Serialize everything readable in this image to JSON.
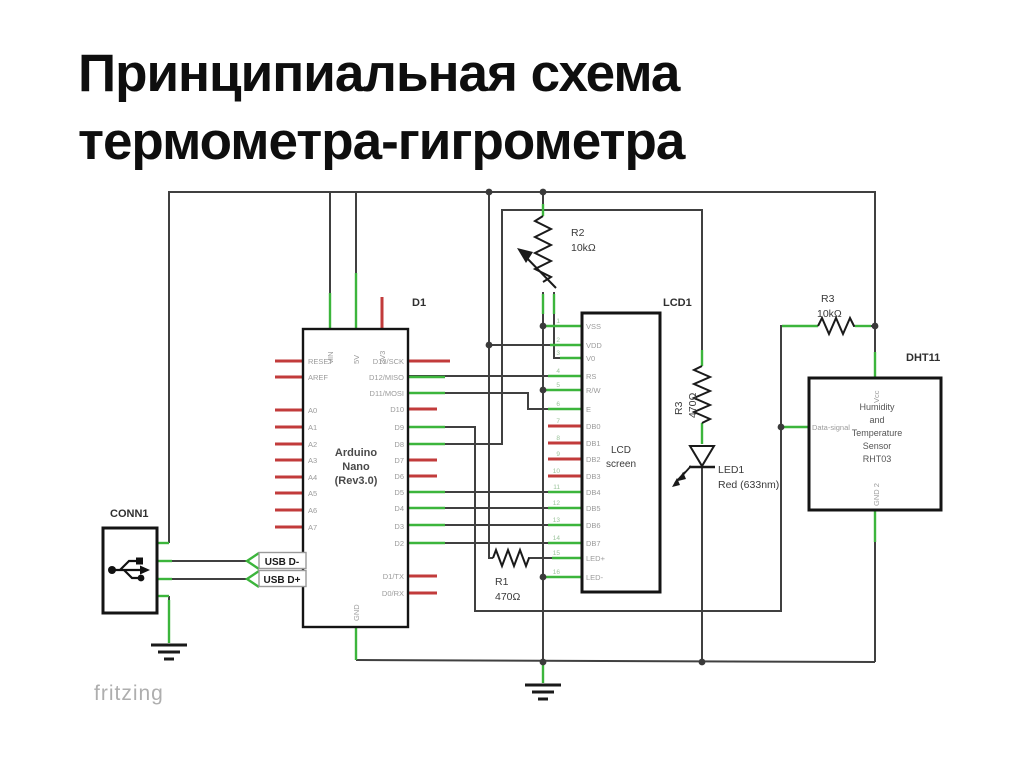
{
  "title": {
    "line1": "Принципиальная схема",
    "line2": "термометра-гигрометра"
  },
  "watermark": "fritzing",
  "colors": {
    "wire": "#404040",
    "connected_green": "#3cb53c",
    "unconnected_red": "#c23b3b",
    "component_outline": "#141414"
  },
  "arduino": {
    "ref": "D1",
    "name_lines": [
      "Arduino",
      "Nano",
      "(Rev3.0)"
    ],
    "top_pins": [
      "VIN",
      "5V",
      "3V3"
    ],
    "bottom_pin": "GND",
    "left_pins": [
      "RESET",
      "AREF",
      "A0",
      "A1",
      "A2",
      "A3",
      "A4",
      "A5",
      "A6",
      "A7"
    ],
    "right_pins": [
      "D13/SCK",
      "D12/MISO",
      "D11/MOSI",
      "D10",
      "D9",
      "D8",
      "D7",
      "D6",
      "D5",
      "D4",
      "D3",
      "D2",
      "D1/TX",
      "D0/RX"
    ]
  },
  "conn": {
    "ref": "CONN1",
    "usb_dminus": "USB D-",
    "usb_dplus": "USB D+"
  },
  "lcd": {
    "ref": "LCD1",
    "name_lines": [
      "LCD",
      "screen"
    ],
    "pin_numbers": [
      "1",
      "2",
      "3",
      "4",
      "5",
      "6",
      "7",
      "8",
      "9",
      "10",
      "11",
      "12",
      "13",
      "14",
      "15",
      "16"
    ],
    "pin_labels": [
      "VSS",
      "VDD",
      "V0",
      "RS",
      "R/W",
      "E",
      "DB0",
      "DB1",
      "DB2",
      "DB3",
      "DB4",
      "DB5",
      "DB6",
      "DB7",
      "LED+",
      "LED-"
    ]
  },
  "dht": {
    "ref": "DHT11",
    "name_lines": [
      "Humidity",
      "and",
      "Temperature",
      "Sensor",
      "RHT03"
    ],
    "pin_vcc": "Vcc",
    "pin_gnd": "GND 2",
    "pin_data": "Data-signal"
  },
  "resistors": {
    "r1": {
      "ref": "R1",
      "value": "470Ω"
    },
    "r2": {
      "ref": "R2",
      "value": "10kΩ"
    },
    "r3_led": {
      "ref": "R3",
      "value": "470Ω"
    },
    "r3_pullup": {
      "ref": "R3",
      "value": "10kΩ"
    }
  },
  "led": {
    "ref": "LED1",
    "value": "Red (633nm)"
  }
}
